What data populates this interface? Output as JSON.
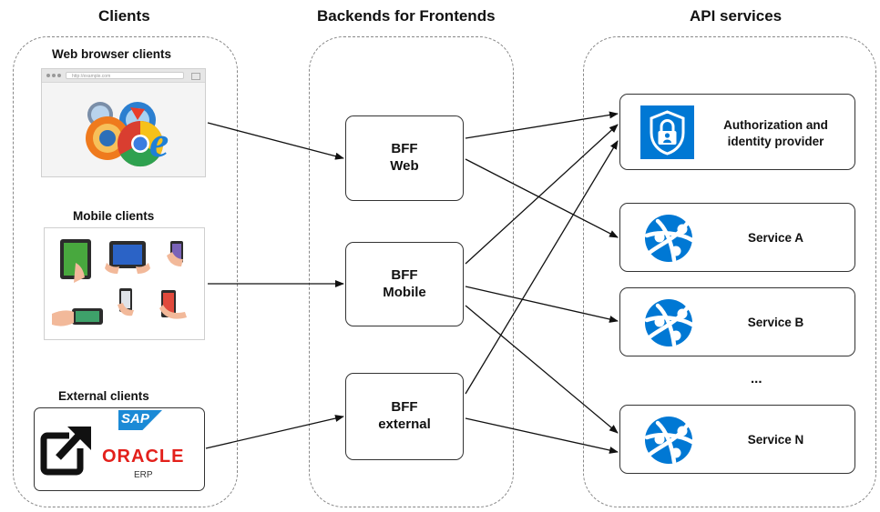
{
  "columns": {
    "clients": "Clients",
    "bff": "Backends  for Frontends",
    "api": "API services"
  },
  "clients": {
    "web": "Web browser clients",
    "mobile": "Mobile clients",
    "external": "External clients",
    "browser_url": "http://example.com",
    "sap": "SAP",
    "oracle": "ORACLE",
    "erp": "ERP"
  },
  "bff": {
    "web": {
      "line1": "BFF",
      "line2": "Web"
    },
    "mobile": {
      "line1": "BFF",
      "line2": "Mobile"
    },
    "external": {
      "line1": "BFF",
      "line2": "external"
    }
  },
  "services": {
    "auth": {
      "line1": "Authorization and",
      "line2": "identity provider"
    },
    "a": "Service A",
    "b": "Service B",
    "ellipsis": "...",
    "n": "Service N"
  },
  "colors": {
    "azure": "#0078d4",
    "sap": "#1b8ad6",
    "oracle": "#e3201b",
    "edge": "#111111"
  },
  "icons": {
    "auth": "lock-shield-icon",
    "service": "app-service-globe-icon",
    "external": "external-link-icon"
  }
}
